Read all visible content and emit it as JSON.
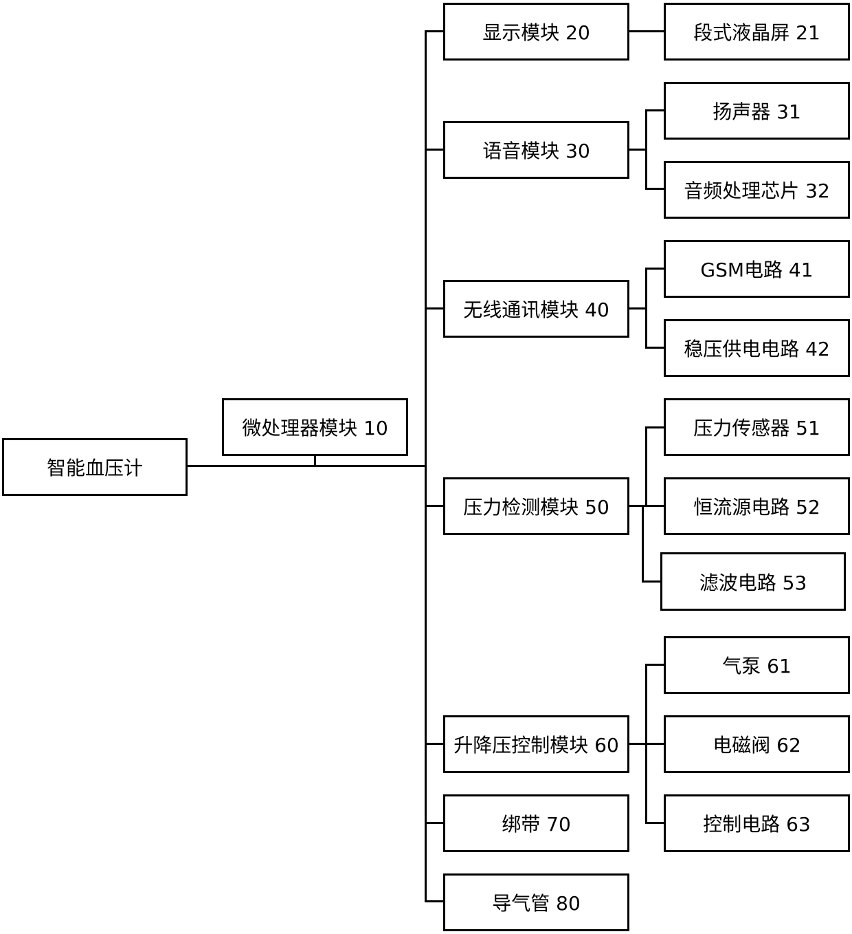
{
  "diagram": {
    "root": "智能血压计",
    "mcu": "微处理器模块 10",
    "modules": {
      "display": "显示模块 20",
      "voice": "语音模块 30",
      "wireless": "无线通讯模块 40",
      "pressure": "压力检测模块 50",
      "lift": "升降压控制模块 60",
      "cuff": "绑带 70",
      "tube": "导气管 80"
    },
    "parts": {
      "lcd": "段式液晶屏 21",
      "speaker": "扬声器 31",
      "audio_chip": "音频处理芯片 32",
      "gsm": "GSM电路 41",
      "power": "稳压供电电路 42",
      "sensor": "压力传感器 51",
      "current_source": "恒流源电路 52",
      "filter": "滤波电路 53",
      "pump": "气泵 61",
      "valve": "电磁阀 62",
      "control": "控制电路 63"
    }
  }
}
